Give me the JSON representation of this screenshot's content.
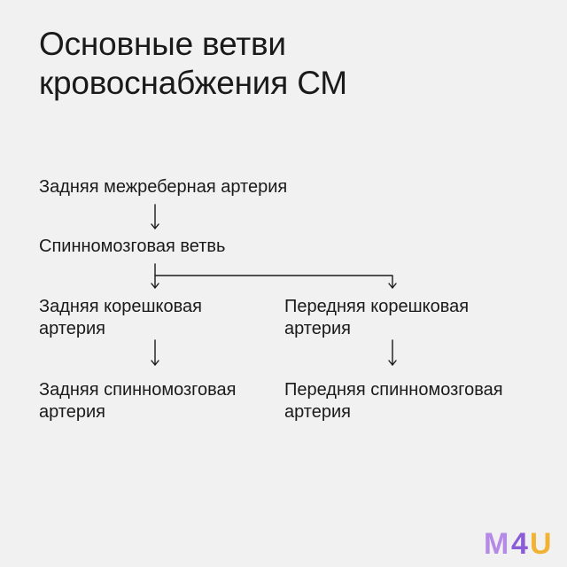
{
  "title_line1": "Основные ветви",
  "title_line2": "кровоснабжения СМ",
  "nodes": {
    "posterior_intercostal": "Задняя межреберная артерия",
    "spinal_branch": "Спинномозговая ветвь",
    "posterior_radicular": {
      "line1": "Задняя корешковая",
      "line2": "артерия"
    },
    "anterior_radicular": {
      "line1": "Передняя корешковая",
      "line2": "артерия"
    },
    "posterior_spinal": {
      "line1": "Задняя спинномозговая",
      "line2": "артерия"
    },
    "anterior_spinal": {
      "line1": "Передняя спинномозговая",
      "line2": "артерия"
    }
  },
  "logo": {
    "text_m": "M",
    "text_4": "4",
    "text_u": "U",
    "colors": {
      "m": "#b58ae6",
      "four": "#8a5cd8",
      "u": "#f2b233"
    }
  }
}
